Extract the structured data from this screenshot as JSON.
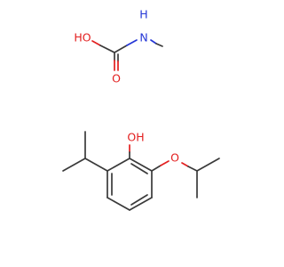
{
  "colors": {
    "bond": "#3a3a3a",
    "oxygen": "#e31f1f",
    "nitrogen": "#2436d6"
  },
  "molecule_1": {
    "atoms": {
      "hydroxyl": "HO",
      "carbonyl_oxygen": "O",
      "amine_hydrogen": "H",
      "amine_nitrogen": "N"
    }
  },
  "molecule_2": {
    "atoms": {
      "phenol": "OH",
      "ether_oxygen": "O"
    }
  }
}
